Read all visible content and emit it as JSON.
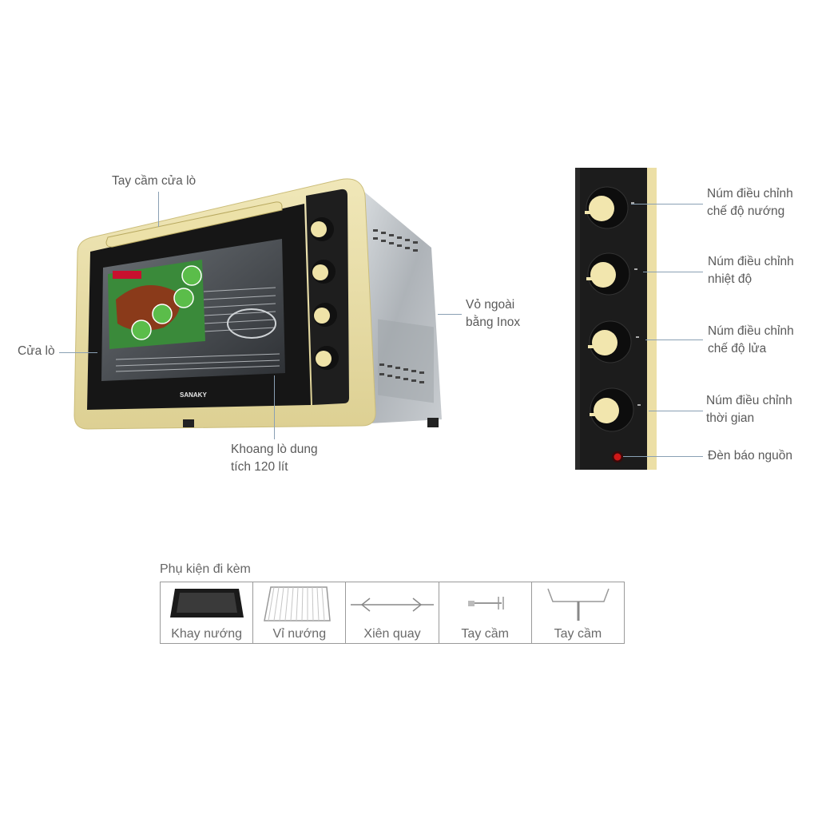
{
  "labels": {
    "handle": "Tay cầm cửa lò",
    "door": "Cửa lò",
    "shell_l1": "Vỏ ngoài",
    "shell_l2": "bằng Inox",
    "cavity_l1": "Khoang lò dung",
    "cavity_l2": "tích 120 lít",
    "knob1_l1": "Núm điều chỉnh",
    "knob1_l2": "chế độ nướng",
    "knob2_l1": "Núm điều chỉnh",
    "knob2_l2": "nhiệt độ",
    "knob3_l1": "Núm điều chỉnh",
    "knob3_l2": "chế độ lửa",
    "knob4_l1": "Núm điều chỉnh",
    "knob4_l2": "thời gian",
    "power_light": "Đèn báo nguồn"
  },
  "brand": "SANAKY",
  "accessories": {
    "title": "Phụ kiện đi kèm",
    "items": [
      "Khay nướng",
      "Vỉ nướng",
      "Xiên quay",
      "Tay cầm",
      "Tay cầm"
    ]
  },
  "colors": {
    "gold": "#e8dca0",
    "black": "#1c1c1c",
    "steel": "#b8bcc0",
    "leader": "#8aa0b4"
  }
}
